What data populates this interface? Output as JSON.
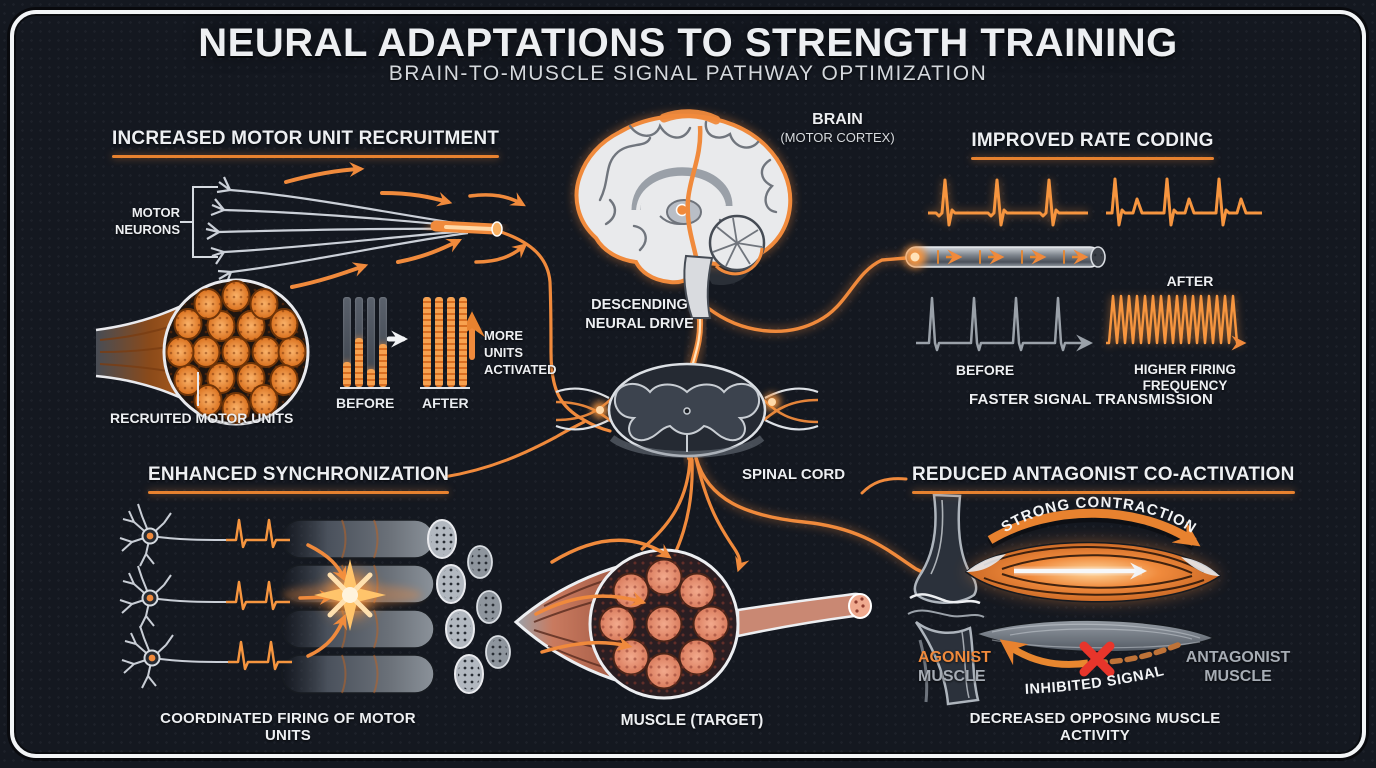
{
  "page": {
    "title": "NEURAL ADAPTATIONS TO STRENGTH TRAINING",
    "subtitle": "BRAIN-TO-MUSCLE SIGNAL PATHWAY OPTIMIZATION"
  },
  "colors": {
    "accent_orange": "#F08A3C",
    "underline_orange": "#E8822F",
    "background": "#141820",
    "frame_white": "#F2F4F6",
    "alert_red": "#E8352B",
    "muted_gray": "#A7ADB5"
  },
  "sections": {
    "recruitment": {
      "heading": "INCREASED MOTOR UNIT RECRUITMENT",
      "motor_neurons_line1": "MOTOR",
      "motor_neurons_line2": "NEURONS",
      "recruited_label": "RECRUITED MOTOR UNITS",
      "more_units_line1": "MORE",
      "more_units_line2": "UNITS",
      "more_units_line3": "ACTIVATED",
      "chart": {
        "type": "bar",
        "before_label": "BEFORE",
        "after_label": "AFTER",
        "before_values": [
          0.28,
          0.55,
          0.2,
          0.48
        ],
        "after_values": [
          1,
          1,
          1,
          1
        ]
      }
    },
    "rate_coding": {
      "heading": "IMPROVED RATE CODING",
      "after_label": "AFTER",
      "before_label": "BEFORE",
      "higher_freq_label": "HIGHER FIRING FREQUENCY",
      "caption": "FASTER SIGNAL TRANSMISSION"
    },
    "synchronization": {
      "heading": "ENHANCED SYNCHRONIZATION",
      "caption": "COORDINATED FIRING OF MOTOR UNITS"
    },
    "antagonist": {
      "heading": "REDUCED ANTAGONIST CO-ACTIVATION",
      "strong_contraction_label": "STRONG CONTRACTION",
      "agonist_line1": "AGONIST",
      "agonist_line2": "MUSCLE",
      "inhibited_label": "INHIBITED SIGNAL",
      "antagonist_line1": "ANTAGONIST",
      "antagonist_line2": "MUSCLE",
      "caption": "DECREASED OPPOSING MUSCLE ACTIVITY"
    },
    "pathway": {
      "brain_line1": "BRAIN",
      "brain_line2": "(MOTOR CORTEX)",
      "descending_line1": "DESCENDING",
      "descending_line2": "NEURAL DRIVE",
      "spinal_label": "SPINAL CORD",
      "muscle_label": "MUSCLE (TARGET)"
    }
  }
}
